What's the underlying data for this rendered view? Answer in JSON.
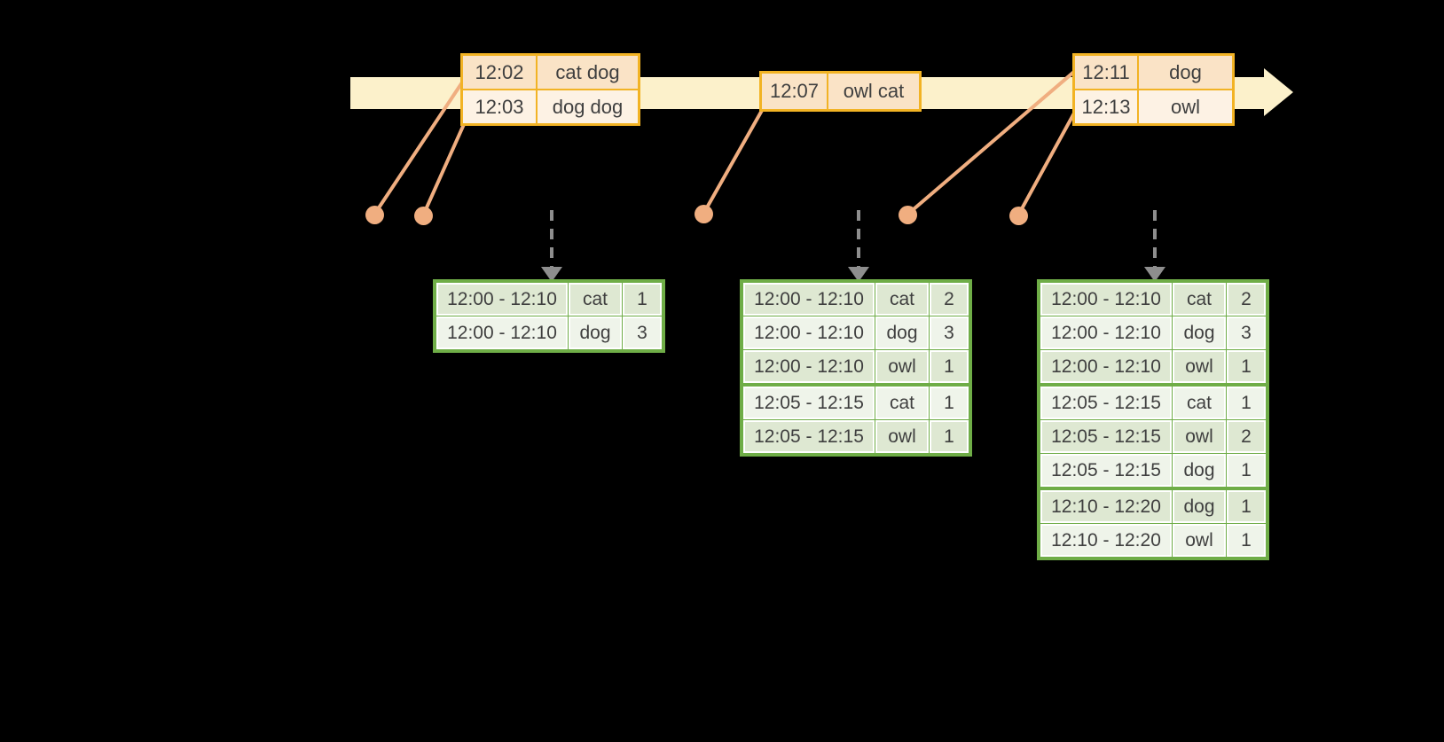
{
  "colors": {
    "background": "#000000",
    "timeline_fill": "#fcf1cb",
    "event_border": "#f2b324",
    "event_row_odd": "#fae3c6",
    "event_row_even": "#fdf2e4",
    "connector": "#f0ae80",
    "arrow_gray": "#8e8e8e",
    "result_border": "#6fad47",
    "result_row_odd": "#dee8d2",
    "result_row_even": "#eff4ea",
    "text": "#3f3f3f"
  },
  "timeline": {
    "event_tables": [
      {
        "rows": [
          {
            "time": "12:02",
            "words": "cat dog"
          },
          {
            "time": "12:03",
            "words": "dog dog"
          }
        ]
      },
      {
        "rows": [
          {
            "time": "12:07",
            "words": "owl cat"
          }
        ]
      },
      {
        "rows": [
          {
            "time": "12:11",
            "words": "dog"
          },
          {
            "time": "12:13",
            "words": "owl"
          }
        ]
      }
    ]
  },
  "result_tables": [
    {
      "rows": [
        {
          "window": "12:00 - 12:10",
          "word": "cat",
          "count": "1"
        },
        {
          "window": "12:00 - 12:10",
          "word": "dog",
          "count": "3"
        }
      ]
    },
    {
      "rows": [
        {
          "window": "12:00 - 12:10",
          "word": "cat",
          "count": "2"
        },
        {
          "window": "12:00 - 12:10",
          "word": "dog",
          "count": "3"
        },
        {
          "window": "12:00 - 12:10",
          "word": "owl",
          "count": "1"
        },
        {
          "window": "12:05 - 12:15",
          "word": "cat",
          "count": "1"
        },
        {
          "window": "12:05 - 12:15",
          "word": "owl",
          "count": "1"
        }
      ]
    },
    {
      "rows": [
        {
          "window": "12:00 - 12:10",
          "word": "cat",
          "count": "2"
        },
        {
          "window": "12:00 - 12:10",
          "word": "dog",
          "count": "3"
        },
        {
          "window": "12:00 - 12:10",
          "word": "owl",
          "count": "1"
        },
        {
          "window": "12:05 - 12:15",
          "word": "cat",
          "count": "1"
        },
        {
          "window": "12:05 - 12:15",
          "word": "owl",
          "count": "2"
        },
        {
          "window": "12:05 - 12:15",
          "word": "dog",
          "count": "1"
        },
        {
          "window": "12:10 - 12:20",
          "word": "dog",
          "count": "1"
        },
        {
          "window": "12:10 - 12:20",
          "word": "owl",
          "count": "1"
        }
      ]
    }
  ]
}
